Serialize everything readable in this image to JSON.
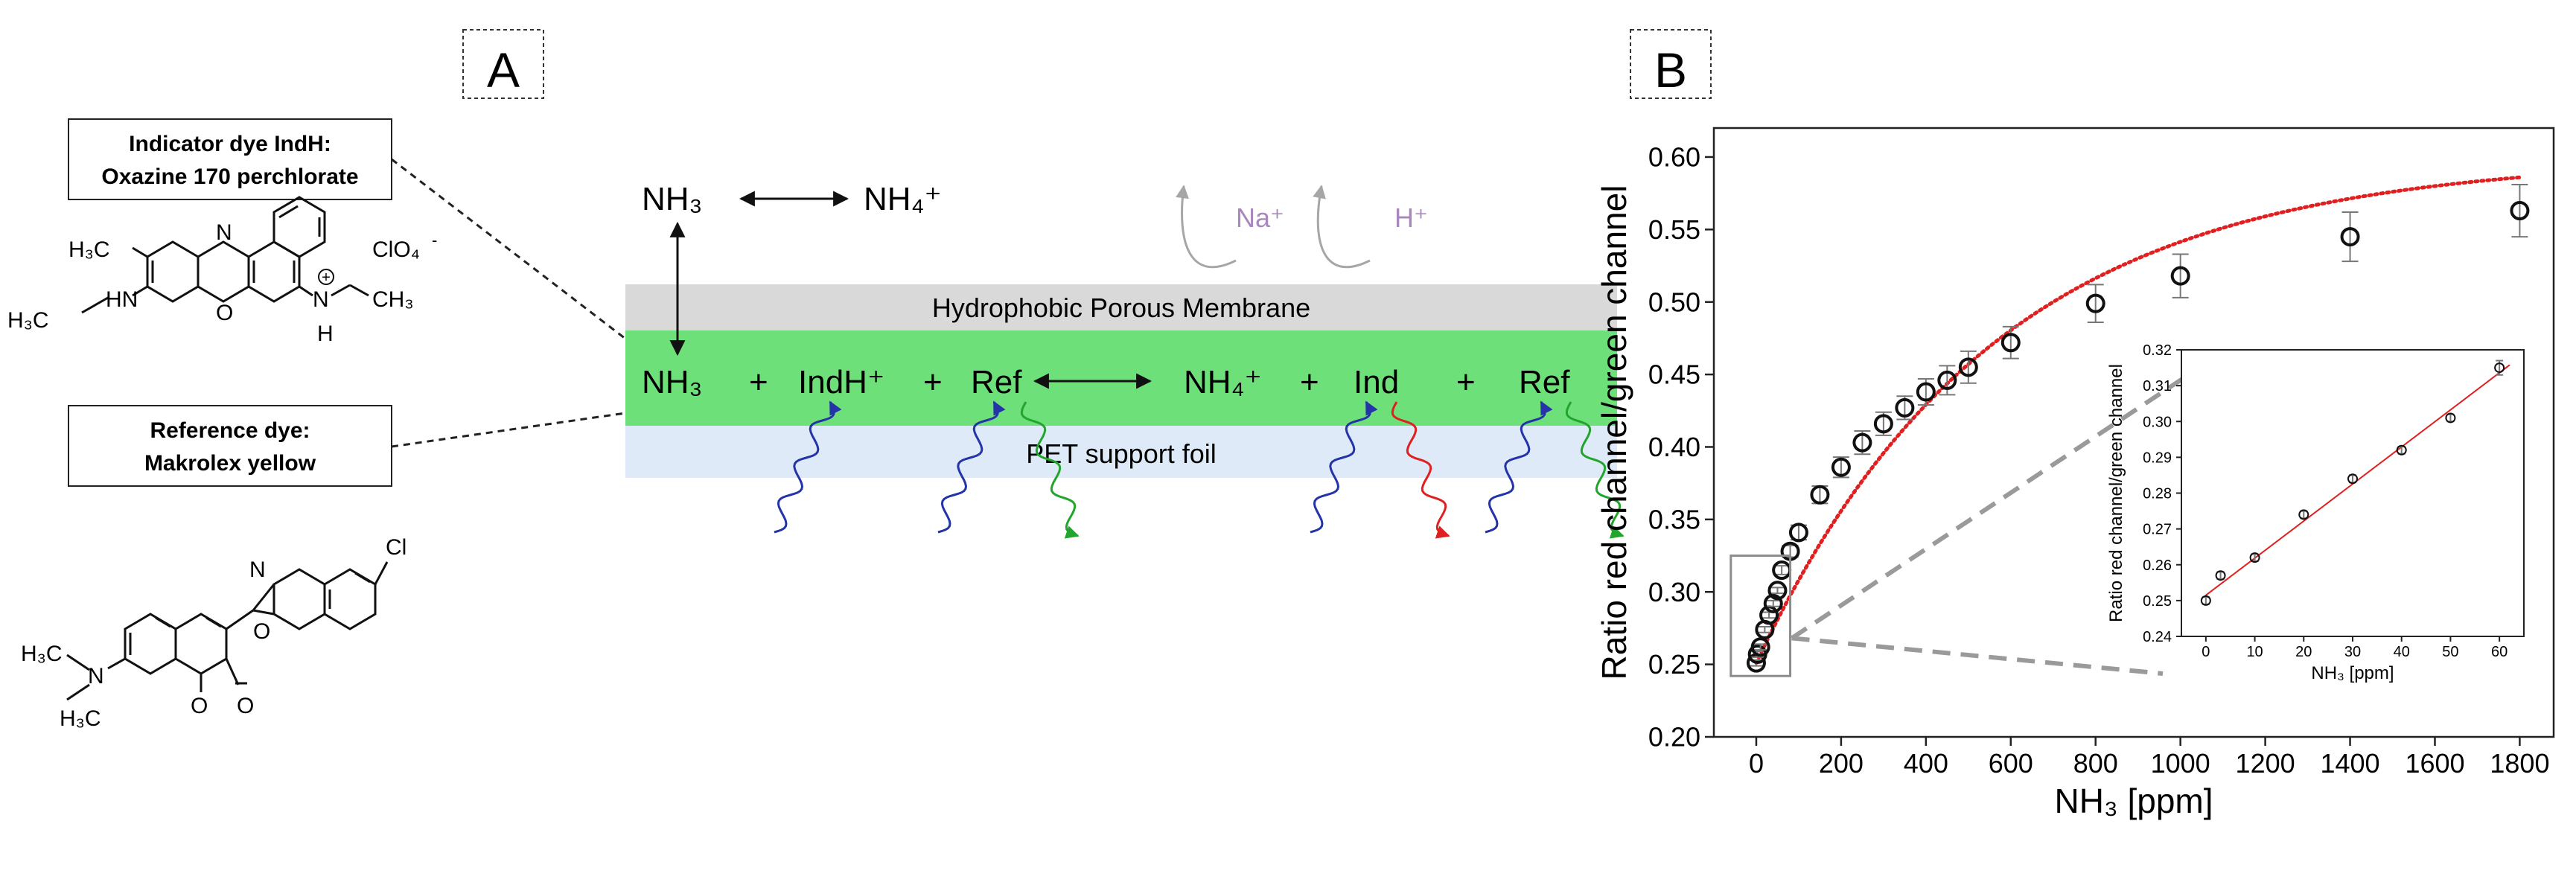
{
  "panel_a": {
    "label": "A",
    "indicator_box": {
      "line1": "Indicator dye IndH:",
      "line2": "Oxazine 170 perchlorate"
    },
    "reference_box": {
      "line1": "Reference dye:",
      "line2": "Makrolex yellow"
    },
    "oxazine_atoms": {
      "methyl": "H₃C",
      "ethyl_left": "H₃C",
      "nh": "HN",
      "n_ring": "N",
      "o_ring": "O",
      "n_plus": "N",
      "h": "H",
      "ch3": "CH₃",
      "counter_ion": "ClO₄",
      "counter_charge": "-"
    },
    "coumarin_atoms": {
      "cl": "Cl",
      "n_ox": "N",
      "o_ox": "O",
      "n_amine": "N",
      "ethyl_top": "H₃C",
      "ethyl_bottom": "H₃C",
      "o_lactone": "O",
      "o_carbonyl": "O"
    },
    "gas_phase": {
      "nh3": "NH₃",
      "nh4": "NH₄⁺"
    },
    "ions": {
      "na": "Na⁺",
      "h": "H⁺"
    },
    "membrane_label": "Hydrophobic Porous Membrane",
    "sensor_layer": {
      "nh3": "NH₃",
      "plus1": "+",
      "indh": "IndH⁺",
      "plus2": "+",
      "ref1": "Ref",
      "nh4": "NH₄⁺",
      "plus3": "+",
      "ind": "Ind",
      "plus4": "+",
      "ref2": "Ref"
    },
    "foil_label": "PET support foil",
    "colors": {
      "membrane": "#d9d9d9",
      "sensor": "#6ee07a",
      "foil": "#deeaf8",
      "blue": "#2433a8",
      "green": "#22a52c",
      "red": "#e02020",
      "ion": "#a887bd"
    }
  },
  "panel_b": {
    "label": "B",
    "chart_data": [
      {
        "type": "scatter",
        "xlabel": "NH₃ [ppm]",
        "ylabel": "Ratio red channel/green channel",
        "xlim": [
          -100,
          1880
        ],
        "ylim": [
          0.2,
          0.62
        ],
        "xticks": [
          0,
          200,
          400,
          600,
          800,
          1000,
          1200,
          1400,
          1600,
          1800
        ],
        "yticks": [
          0.2,
          0.25,
          0.3,
          0.35,
          0.4,
          0.45,
          0.5,
          0.55,
          0.6
        ],
        "x": [
          0,
          3,
          10,
          20,
          30,
          40,
          50,
          60,
          80,
          100,
          150,
          200,
          250,
          300,
          350,
          400,
          450,
          500,
          600,
          800,
          1000,
          1400,
          1800
        ],
        "y": [
          0.251,
          0.257,
          0.262,
          0.274,
          0.284,
          0.292,
          0.301,
          0.315,
          0.328,
          0.341,
          0.367,
          0.386,
          0.403,
          0.416,
          0.427,
          0.438,
          0.446,
          0.455,
          0.472,
          0.499,
          0.518,
          0.545,
          0.563
        ],
        "err": [
          0.002,
          0.002,
          0.002,
          0.002,
          0.002,
          0.002,
          0.002,
          0.003,
          0.004,
          0.005,
          0.006,
          0.007,
          0.008,
          0.008,
          0.008,
          0.009,
          0.01,
          0.011,
          0.011,
          0.013,
          0.015,
          0.017,
          0.018
        ],
        "fit": {
          "style": "dotted",
          "color": "#e02020"
        },
        "marker_color": "#111111"
      },
      {
        "type": "scatter",
        "xlabel": "NH₃ [ppm]",
        "ylabel": "Ratio red channel/green channel",
        "xlim": [
          -5,
          65
        ],
        "ylim": [
          0.24,
          0.32
        ],
        "xticks": [
          0,
          10,
          20,
          30,
          40,
          50,
          60
        ],
        "yticks": [
          0.24,
          0.25,
          0.26,
          0.27,
          0.28,
          0.29,
          0.3,
          0.31,
          0.32
        ],
        "x": [
          0,
          3,
          10,
          20,
          30,
          40,
          50,
          60
        ],
        "y": [
          0.25,
          0.257,
          0.262,
          0.274,
          0.284,
          0.292,
          0.301,
          0.315
        ],
        "err": [
          0.001,
          0.001,
          0.001,
          0.001,
          0.001,
          0.001,
          0.001,
          0.002
        ],
        "fit": {
          "style": "solid",
          "color": "#e02020"
        },
        "marker_color": "#111111"
      }
    ]
  }
}
